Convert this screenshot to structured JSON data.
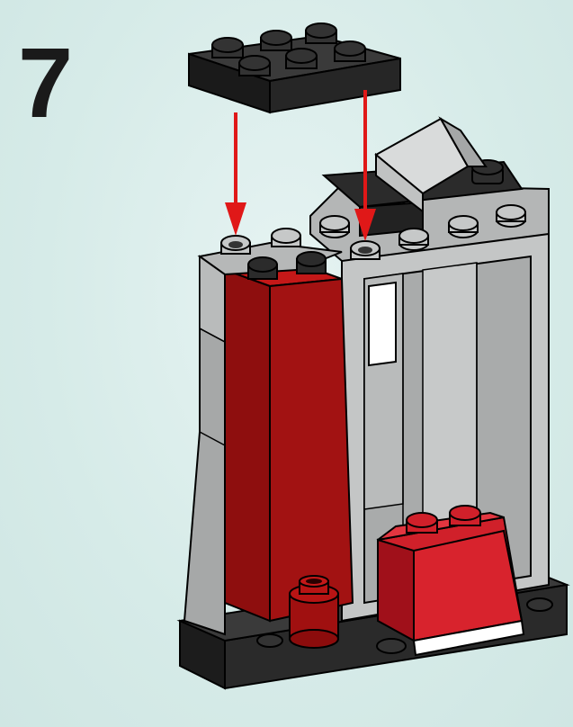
{
  "instruction": {
    "step_number": "7",
    "colors": {
      "background": "#d9ecea",
      "brick_red": "#9e1010",
      "brick_bright_red": "#d0202a",
      "brick_black": "#222222",
      "brick_grey": "#b4b6b6",
      "arrow": "#e01818"
    },
    "new_part": "black-plate-2x3",
    "arrows": 2
  }
}
